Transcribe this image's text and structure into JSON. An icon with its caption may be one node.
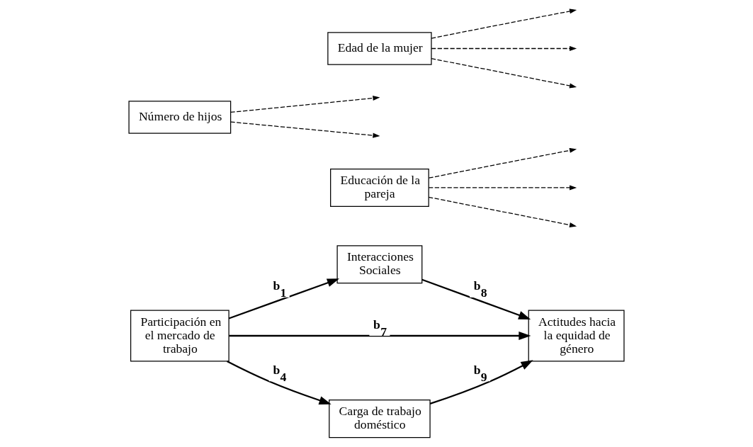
{
  "diagram": {
    "nodes": [
      {
        "text": [
          "Participación en el mercado de trabajo"
        ]
      },
      {
        "text": [
          "Interacciones Sociales"
        ]
      },
      {
        "text": [
          "Educación de la pareja"
        ]
      },
      {
        "text": [
          "Actitudes hacia la equidad de género"
        ]
      },
      {
        "text": [
          "Número de hijos"
        ]
      },
      {
        "text": [
          "Carga de trabajo doméstico"
        ]
      },
      {
        "text": [
          "Edad de la mujer"
        ]
      }
    ],
    "edges": [
      {
        "from": 0,
        "to": 1,
        "arrow": "to",
        "label": "b$_{1}$"
      },
      {
        "from": 1,
        "to": 3,
        "arrow": "to",
        "label": "b$_{8}$"
      },
      {
        "from": 0,
        "to": 3,
        "arrow": "to",
        "label": "b$_{7}$"
      },
      {
        "from": 0,
        "to": 5,
        "arrow": "to",
        "label": "b$_{4}$"
      },
      {
        "from": 5,
        "to": 3,
        "arrow": "to",
        "label": "b$_{9}$"
      },
      {
        "from": 2,
        "to": null,
        "arrow": "to",
        "style": "dashed"
      },
      {
        "from": 2,
        "to": null,
        "arrow": "to",
        "style": "dashed"
      },
      {
        "from": 2,
        "to": null,
        "arrow": "to",
        "style": "dashed"
      },
      {
        "from": 6,
        "to": null,
        "arrow": "to",
        "style": "dashed"
      },
      {
        "from": 6,
        "to": null,
        "arrow": "to",
        "style": "dashed"
      },
      {
        "from": 6,
        "to": null,
        "arrow": "to",
        "style": "dashed"
      },
      {
        "from": 4,
        "to": null,
        "arrow": "to",
        "style": "dashed"
      },
      {
        "from": 4,
        "to": null,
        "arrow": "to",
        "style": "dashed"
      }
    ]
  }
}
